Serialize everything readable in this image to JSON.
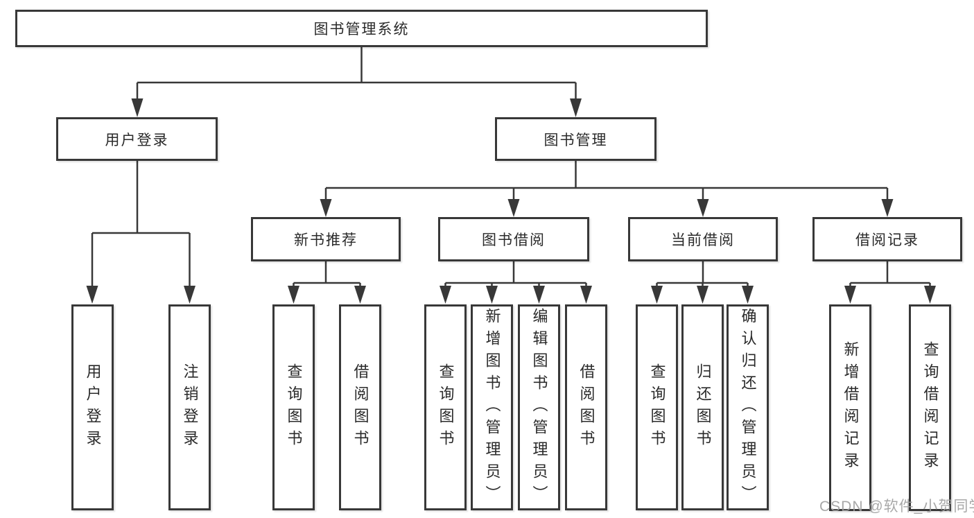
{
  "diagram": {
    "root": {
      "label": "图书管理系统"
    },
    "level2": [
      {
        "label": "用户登录"
      },
      {
        "label": "图书管理"
      }
    ],
    "level3": [
      {
        "label": "新书推荐"
      },
      {
        "label": "图书借阅"
      },
      {
        "label": "当前借阅"
      },
      {
        "label": "借阅记录"
      }
    ],
    "leaves": {
      "login": [
        {
          "label": "用户登录"
        },
        {
          "label": "注销登录"
        }
      ],
      "newbook": [
        {
          "label": "查询图书"
        },
        {
          "label": "借阅图书"
        }
      ],
      "borrow": [
        {
          "label": "查询图书"
        },
        {
          "label": "新增图书（管理员）"
        },
        {
          "label": "编辑图书（管理员）"
        },
        {
          "label": "借阅图书"
        }
      ],
      "current": [
        {
          "label": "查询图书"
        },
        {
          "label": "归还图书"
        },
        {
          "label": "确认归还（管理员）"
        }
      ],
      "records": [
        {
          "label": "新增借阅记录"
        },
        {
          "label": "查询借阅记录"
        }
      ]
    },
    "watermark": "CSDN @软件_小贺同学",
    "colors": {
      "line": "#383838",
      "border": "#383838",
      "text": "#2a2a2a",
      "background": "#ffffff",
      "watermark": "#9e9e9e"
    }
  }
}
